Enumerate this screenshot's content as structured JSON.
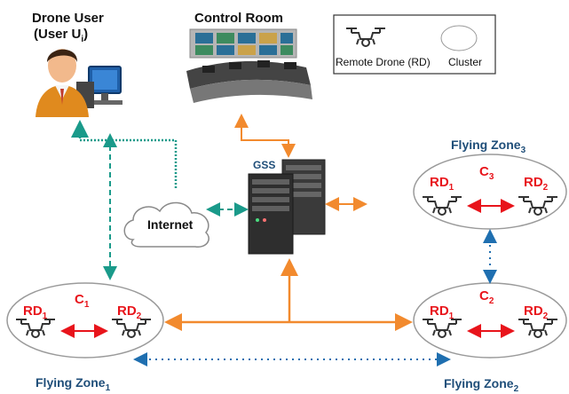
{
  "titles": {
    "drone_user_line1": "Drone User",
    "drone_user_line2": "(User U",
    "drone_user_sub": "i",
    "drone_user_close": ")",
    "control_room": "Control Room"
  },
  "legend": {
    "rd_label": "Remote Drone (RD)",
    "cluster_label": "Cluster"
  },
  "gss_label": "GSS",
  "internet_label": "Internet",
  "zones": [
    {
      "name": "Flying Zone",
      "sub": "1",
      "cluster": "C",
      "cluster_sub": "1",
      "rd_a": "RD",
      "rd_a_sub": "1",
      "rd_b": "RD",
      "rd_b_sub": "2"
    },
    {
      "name": "Flying Zone",
      "sub": "2",
      "cluster": "C",
      "cluster_sub": "2",
      "rd_a": "RD",
      "rd_a_sub": "1",
      "rd_b": "RD",
      "rd_b_sub": "2"
    },
    {
      "name": "Flying Zone",
      "sub": "3",
      "cluster": "C",
      "cluster_sub": "3",
      "rd_a": "RD",
      "rd_a_sub": "1",
      "rd_b": "RD",
      "rd_b_sub": "2"
    }
  ],
  "colors": {
    "teal_link": "#1a9a8a",
    "orange_link": "#f28a2e",
    "blue_dotted": "#1f6fb0",
    "rd_red": "#e8141b",
    "zone_blue": "#1f4e79"
  },
  "icons": [
    "user-at-computer-icon",
    "control-room-icon",
    "server-icon",
    "cloud-icon",
    "drone-icon"
  ]
}
